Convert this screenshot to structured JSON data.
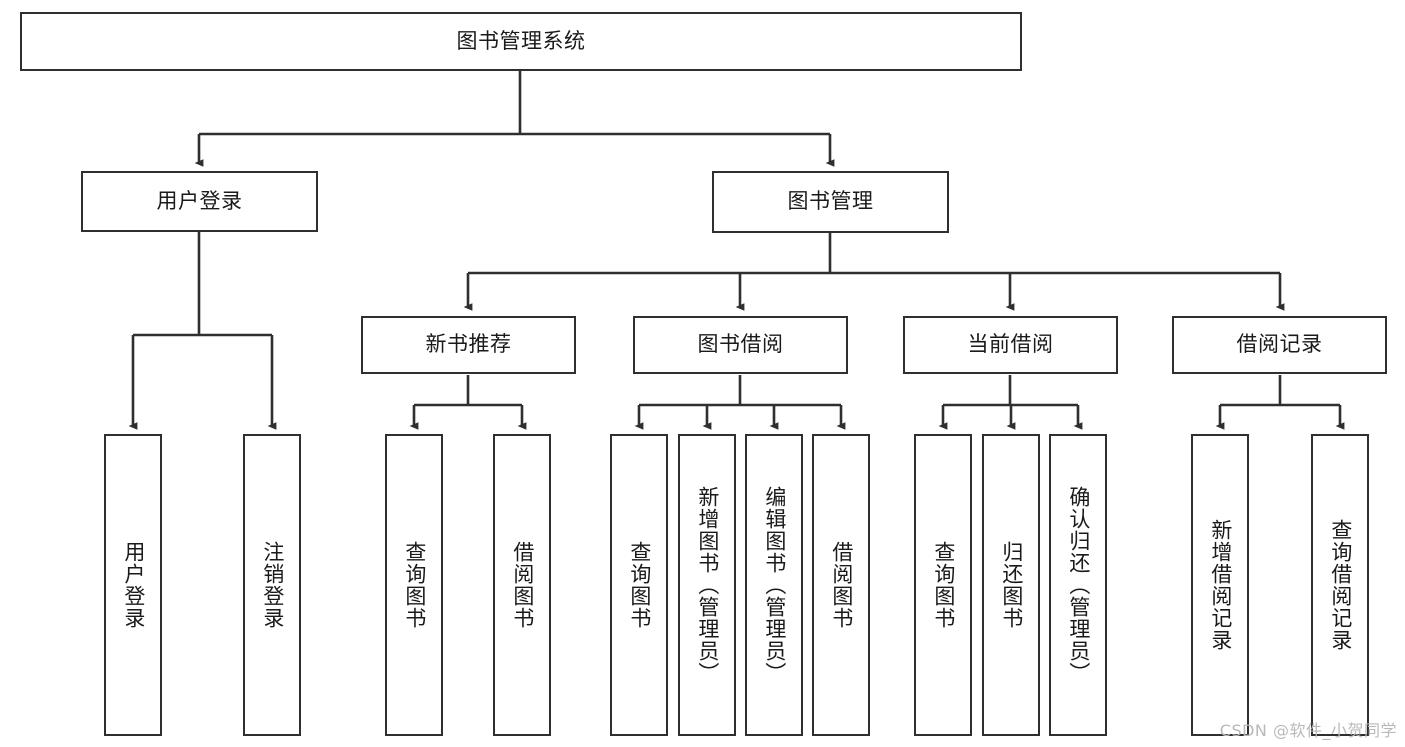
{
  "diagram": {
    "type": "tree",
    "title": "图书管理系统",
    "watermark": "CSDN @软件_小贺同学",
    "colors": {
      "background": "#ffffff",
      "border": "#2f2f2f",
      "edge": "#2f2f2f",
      "text": "#1a1a1a",
      "watermark": "#b9b9b9"
    },
    "nodes": {
      "root": {
        "label": "图书管理系统"
      },
      "level2": [
        {
          "label": "用户登录"
        },
        {
          "label": "图书管理"
        }
      ],
      "level3": [
        {
          "label": "新书推荐"
        },
        {
          "label": "图书借阅"
        },
        {
          "label": "当前借阅"
        },
        {
          "label": "借阅记录"
        }
      ],
      "leaves_user_login": [
        {
          "label": "用户登录"
        },
        {
          "label": "注销登录"
        }
      ],
      "leaves_new_books": [
        {
          "label": "查询图书"
        },
        {
          "label": "借阅图书"
        }
      ],
      "leaves_borrow": [
        {
          "label": "查询图书"
        },
        {
          "label": "新增图书（管理员）"
        },
        {
          "label": "编辑图书（管理员）"
        },
        {
          "label": "借阅图书"
        }
      ],
      "leaves_current": [
        {
          "label": "查询图书"
        },
        {
          "label": "归还图书"
        },
        {
          "label": "确认归还（管理员）"
        }
      ],
      "leaves_records": [
        {
          "label": "新增借阅记录"
        },
        {
          "label": "查询借阅记录"
        }
      ]
    }
  }
}
